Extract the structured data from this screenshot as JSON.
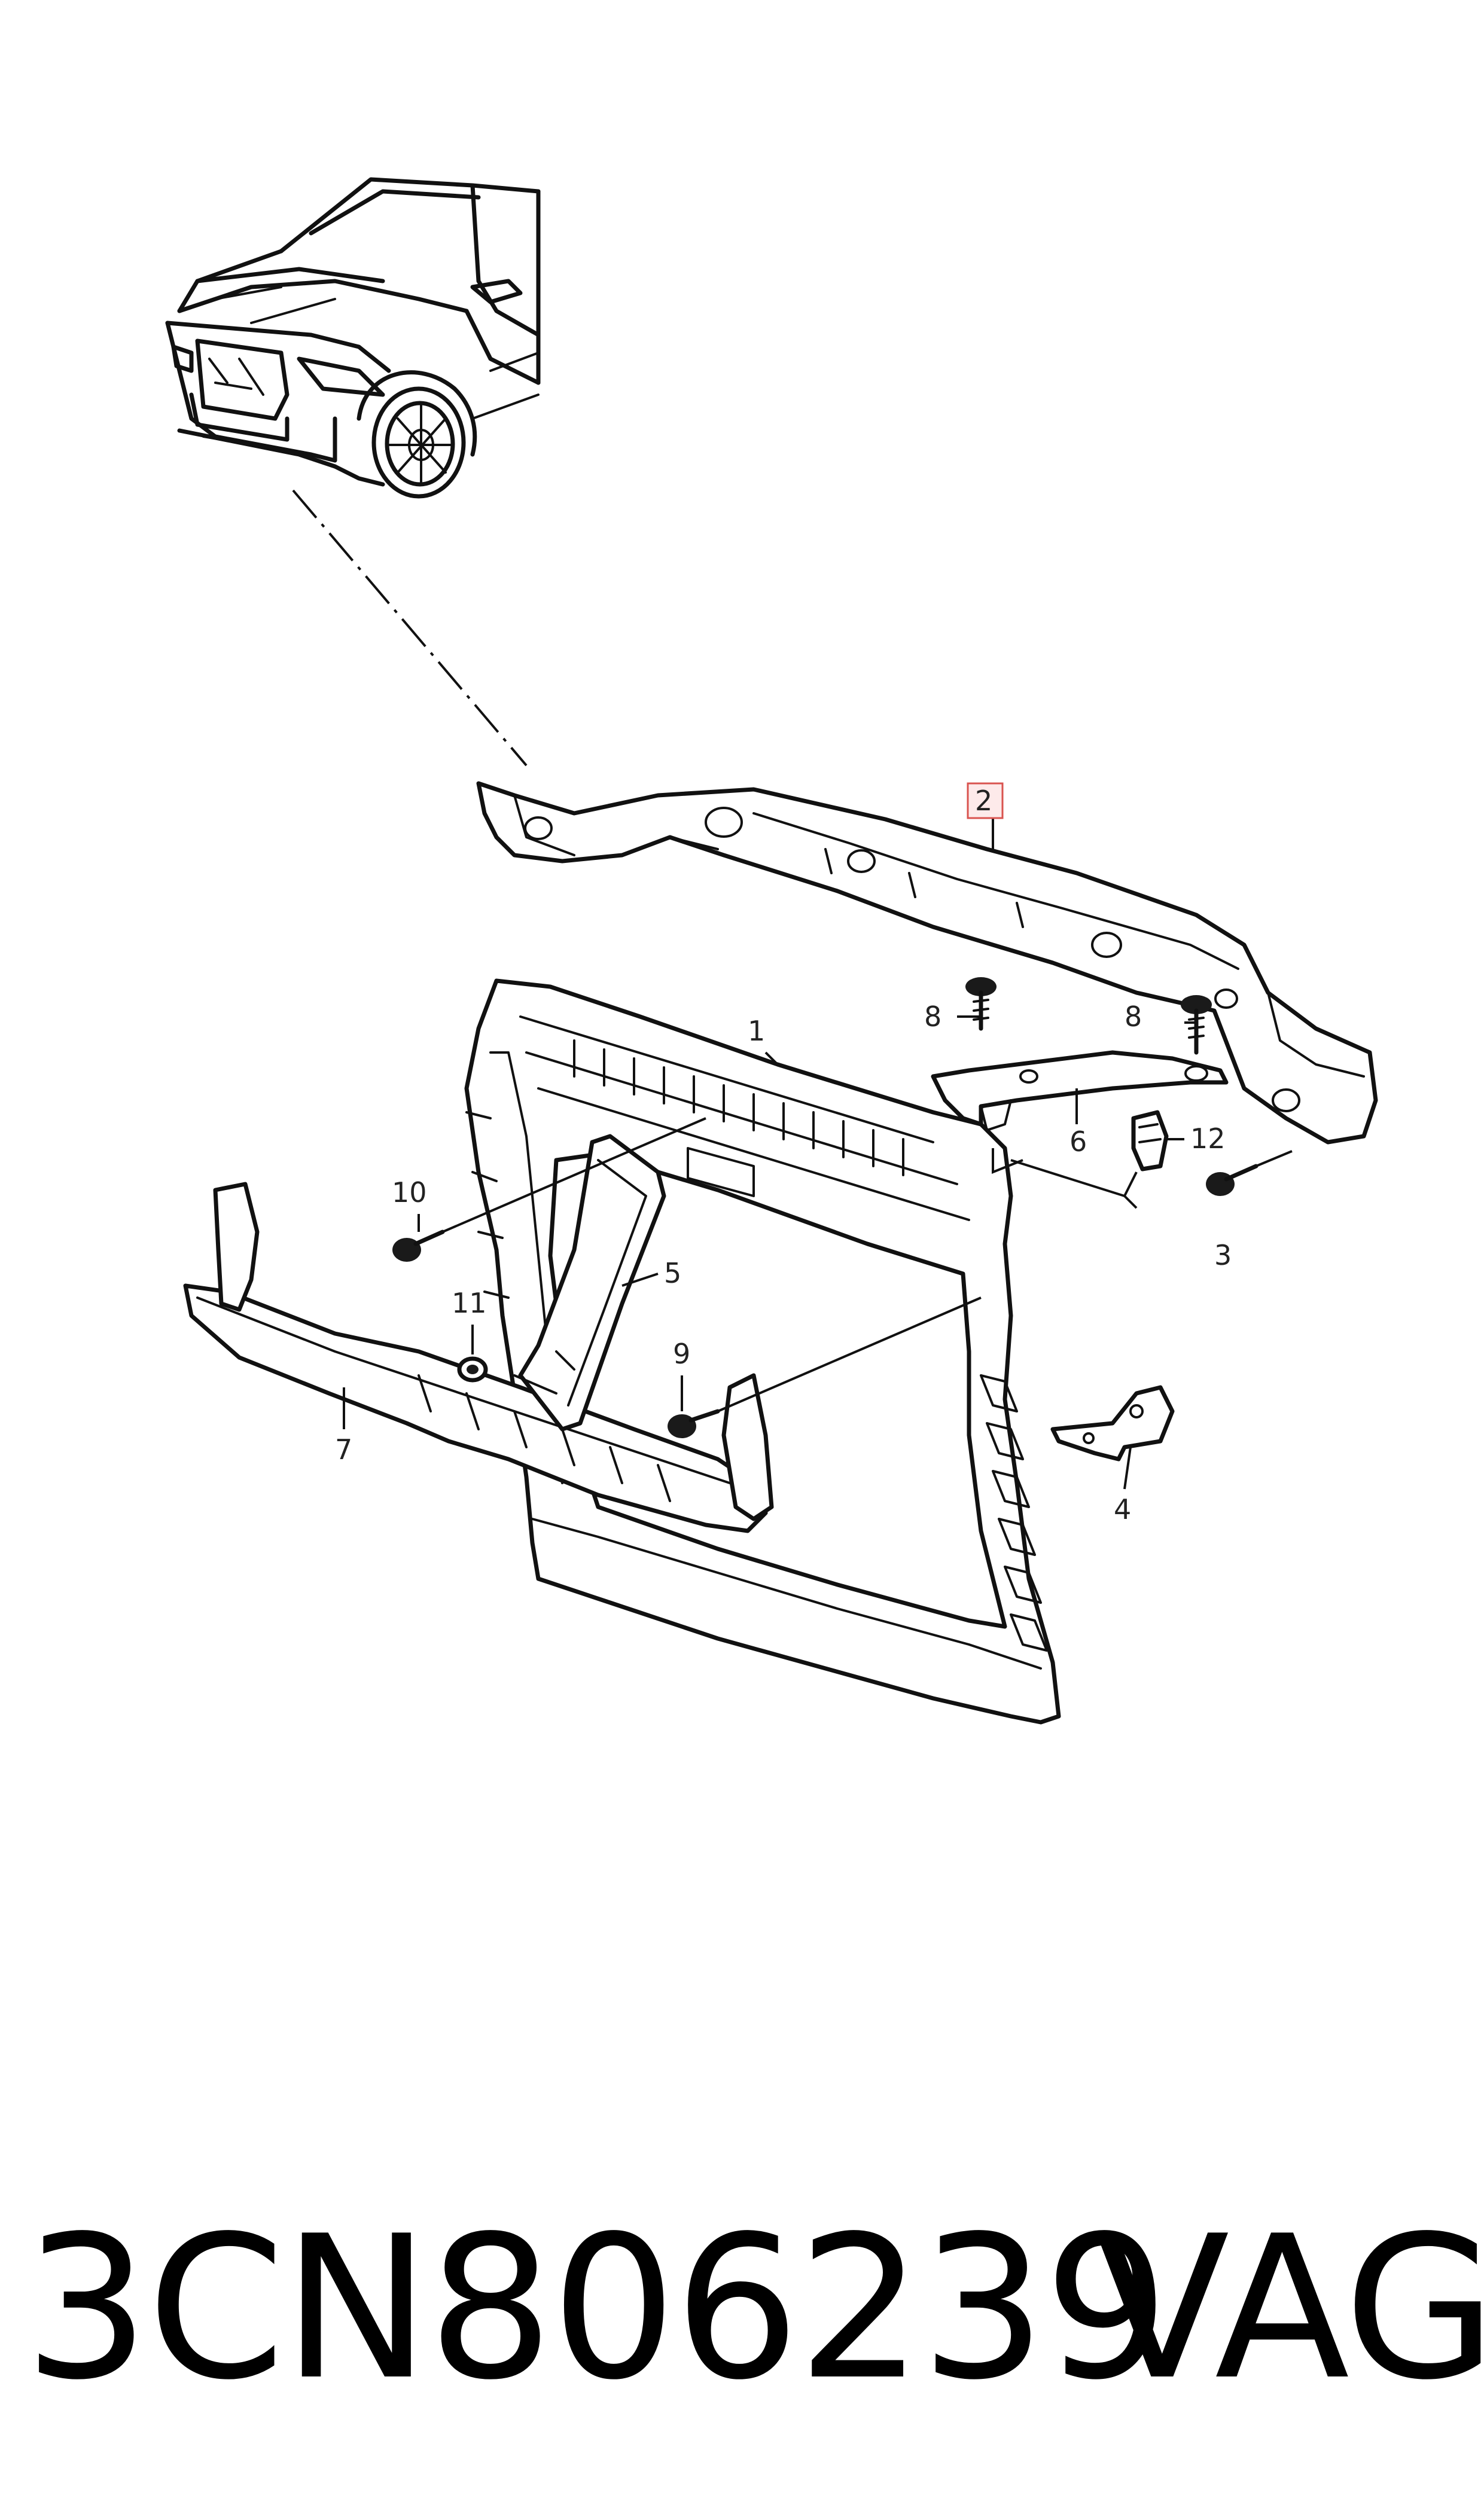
{
  "diagram": {
    "callouts": [
      {
        "id": "1",
        "label": "1"
      },
      {
        "id": "2",
        "label": "2",
        "highlighted": true
      },
      {
        "id": "3",
        "label": "3"
      },
      {
        "id": "4",
        "label": "4"
      },
      {
        "id": "5",
        "label": "5"
      },
      {
        "id": "6",
        "label": "6"
      },
      {
        "id": "7",
        "label": "7"
      },
      {
        "id": "8a",
        "label": "8"
      },
      {
        "id": "8b",
        "label": "8"
      },
      {
        "id": "9",
        "label": "9"
      },
      {
        "id": "10",
        "label": "10"
      },
      {
        "id": "11",
        "label": "11"
      },
      {
        "id": "12",
        "label": "12"
      }
    ],
    "highlight_color": "#d9534f"
  },
  "footer": {
    "part_number": "3CN806239",
    "brand": "VAG"
  }
}
